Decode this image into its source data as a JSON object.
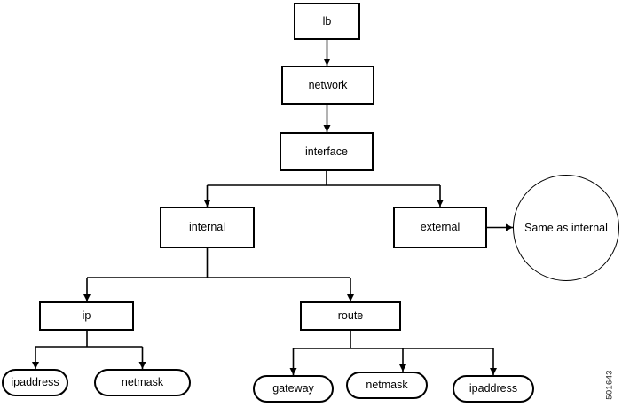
{
  "figure_number": "501643",
  "colors": {
    "stroke": "#000000",
    "background": "#ffffff"
  },
  "nodes": [
    {
      "id": "lb",
      "label": "lb",
      "shape": "rect"
    },
    {
      "id": "network",
      "label": "network",
      "shape": "rect"
    },
    {
      "id": "interface",
      "label": "interface",
      "shape": "rect"
    },
    {
      "id": "internal",
      "label": "internal",
      "shape": "rect"
    },
    {
      "id": "external",
      "label": "external",
      "shape": "rect"
    },
    {
      "id": "same-as-internal",
      "label": "Same as internal",
      "shape": "circle"
    },
    {
      "id": "ip",
      "label": "ip",
      "shape": "rect"
    },
    {
      "id": "route",
      "label": "route",
      "shape": "rect"
    },
    {
      "id": "ipaddress-left",
      "label": "ipaddress",
      "shape": "pill"
    },
    {
      "id": "netmask-left",
      "label": "netmask",
      "shape": "pill"
    },
    {
      "id": "gateway",
      "label": "gateway",
      "shape": "pill"
    },
    {
      "id": "netmask-right",
      "label": "netmask",
      "shape": "pill"
    },
    {
      "id": "ipaddress-right",
      "label": "ipaddress",
      "shape": "pill"
    }
  ],
  "edges": [
    {
      "from": "lb",
      "to": "network"
    },
    {
      "from": "network",
      "to": "interface"
    },
    {
      "from": "interface",
      "to": "internal"
    },
    {
      "from": "interface",
      "to": "external"
    },
    {
      "from": "internal",
      "to": "ip"
    },
    {
      "from": "internal",
      "to": "route"
    },
    {
      "from": "ip",
      "to": "ipaddress-left"
    },
    {
      "from": "ip",
      "to": "netmask-left"
    },
    {
      "from": "route",
      "to": "gateway"
    },
    {
      "from": "route",
      "to": "netmask-right"
    },
    {
      "from": "route",
      "to": "ipaddress-right"
    },
    {
      "from": "external",
      "to": "same-as-internal"
    }
  ]
}
